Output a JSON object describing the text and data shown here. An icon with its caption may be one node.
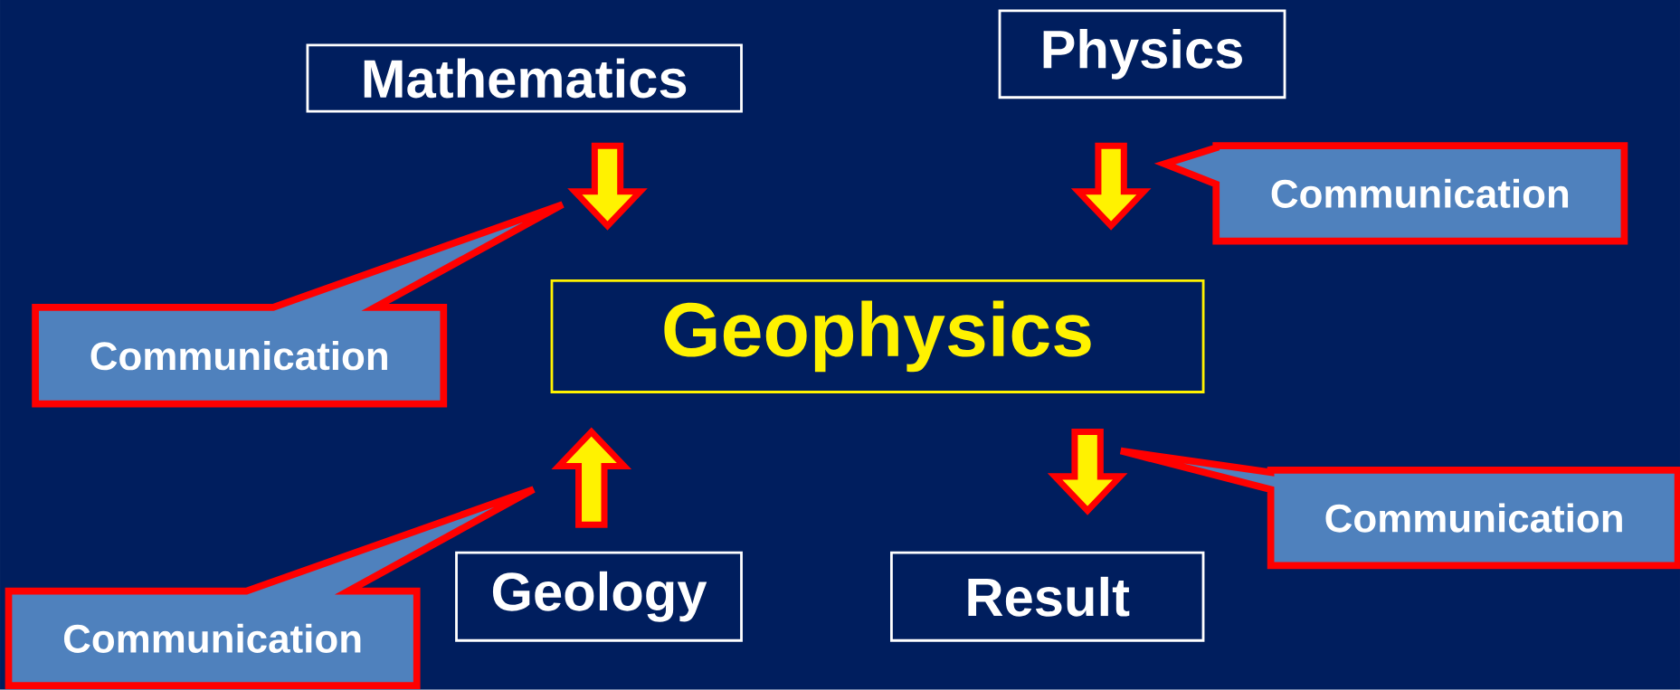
{
  "diagram": {
    "nodes": [
      {
        "text": [
          "Mathematics"
        ]
      },
      {
        "text": [
          "Physics"
        ]
      },
      {
        "text": [
          "Geophysics"
        ]
      },
      {
        "text": [
          "Geology"
        ]
      },
      {
        "text": [
          "Result"
        ]
      },
      {
        "text": [
          "Communication"
        ]
      },
      {
        "text": [
          "Communication"
        ]
      },
      {
        "text": [
          "Communication"
        ]
      },
      {
        "text": [
          "Communication"
        ]
      }
    ],
    "edges": [
      {
        "from": 0,
        "to": 2,
        "arrow": "to"
      },
      {
        "from": 1,
        "to": 2,
        "arrow": "to"
      },
      {
        "from": 3,
        "to": 2,
        "arrow": "to"
      },
      {
        "from": 2,
        "to": 4,
        "arrow": "to"
      }
    ]
  }
}
